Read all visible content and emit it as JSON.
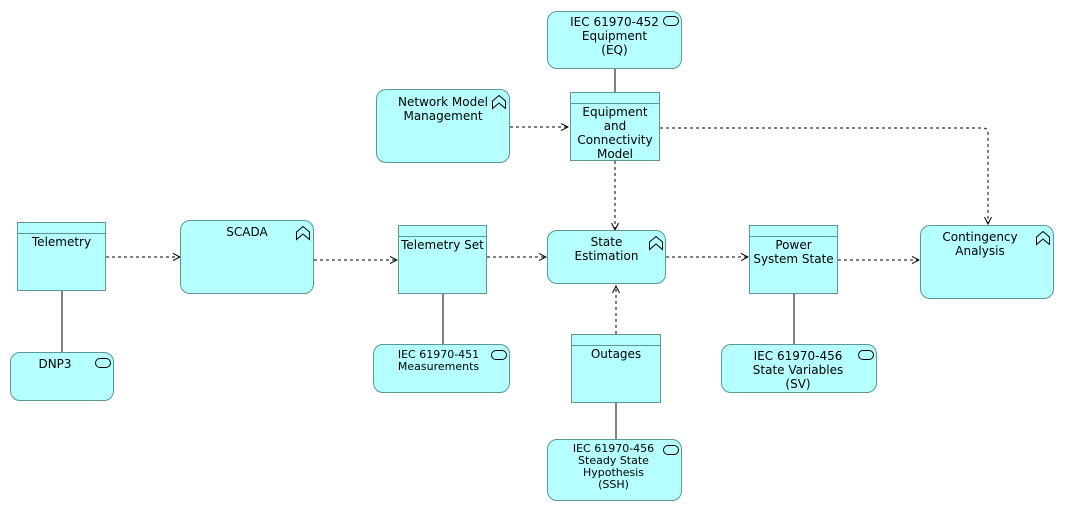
{
  "nodes": {
    "eq": "IEC 61970-452\nEquipment\n(EQ)",
    "nmm": "Network Model\nManagement",
    "ecm": "Equipment\nand\nConnectivity\nModel",
    "telemetry": "Telemetry",
    "scada": "SCADA",
    "telemetry_set": "Telemetry Set",
    "state_estimation": "State\nEstimation",
    "power_system_state": "Power\nSystem State",
    "contingency": "Contingency\nAnalysis",
    "dnp3": "DNP3",
    "meas": "IEC 61970-451\nMeasurements",
    "outages": "Outages",
    "sv": "IEC 61970-456\nState Variables\n(SV)",
    "ssh": "IEC 61970-456\nSteady State\nHypothesis\n(SSH)"
  },
  "icons": {
    "service": "service-pill-icon",
    "function": "function-chevron-icon"
  },
  "colors": {
    "fill": "#b5ffff",
    "border": "#5c9696",
    "line": "#000000"
  }
}
